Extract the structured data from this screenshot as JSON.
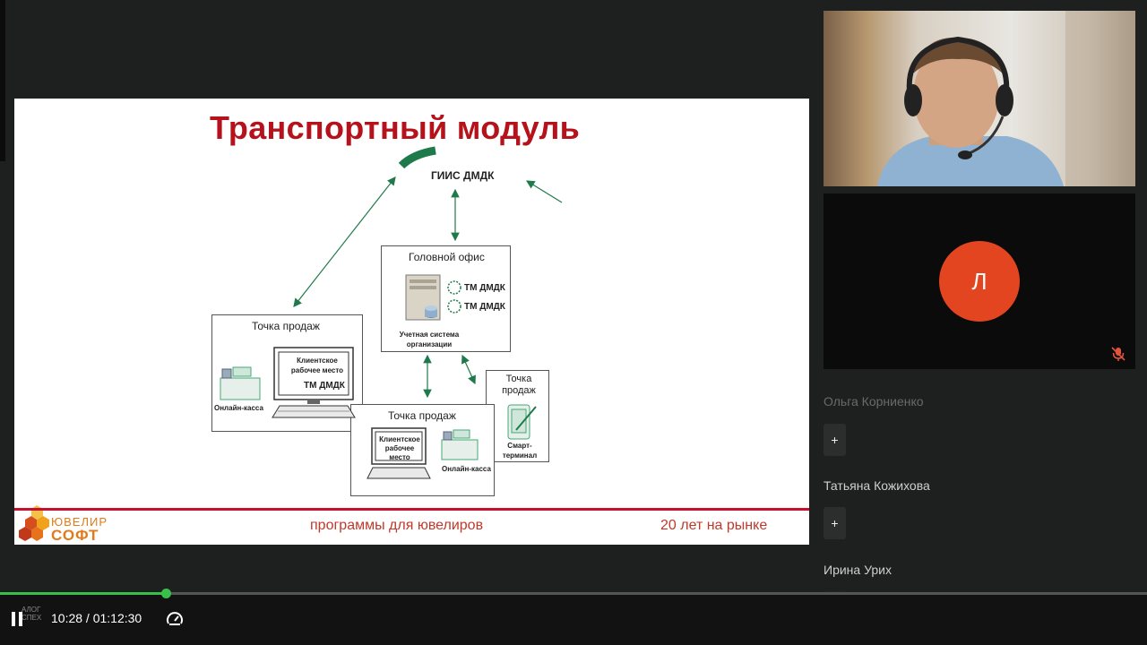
{
  "slide": {
    "title": "Транспортный модуль",
    "giis": "ГИИС ДМДК",
    "head_office": "Головной офис",
    "tm_label_1": "ТМ ДМДК",
    "tm_label_2": "ТМ ДМДК",
    "accounting": "Учетная система организации",
    "pos_left": "Точка продаж",
    "workstation_left": "Клиентское рабочее место",
    "tm_left": "ТМ ДМДК",
    "kassa_left": "Онлайн-касса",
    "pos_center": "Точка продаж",
    "workstation_center": "Клиентское рабочее место",
    "kassa_center": "Онлайн-касса",
    "pos_right": "Точка продаж",
    "smart_terminal": "Смарт-терминал",
    "logo_word1": "ЮВЕЛИР",
    "logo_word2": "СОФТ",
    "footer_center": "программы для ювелиров",
    "footer_right": "20 лет на рынке"
  },
  "participants": [
    {
      "name": "Ольга Корниенко",
      "dim": true
    },
    {
      "name": "Татьяна Кожихова",
      "dim": false
    },
    {
      "name": "Ирина Урих",
      "dim": false
    }
  ],
  "avatar_letter": "Л",
  "add_label": "+",
  "player": {
    "time": "10:28 / 01:12:30",
    "progress_fraction": 0.1448,
    "accent": "#39c04a",
    "watermark": "АЛОГ\nСПЕХ"
  }
}
